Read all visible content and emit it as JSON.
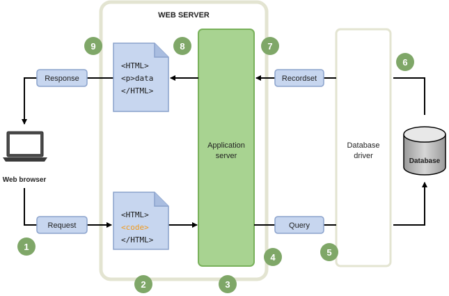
{
  "title": "WEB SERVER",
  "nodes": {
    "web_browser": "Web browser",
    "response": "Response",
    "request": "Request",
    "app_server_line1": "Application",
    "app_server_line2": "server",
    "recordset": "Recordset",
    "query": "Query",
    "db_driver_line1": "Database",
    "db_driver_line2": "driver",
    "database": "Database"
  },
  "docs": {
    "output": [
      "<HTML>",
      "<p>data",
      "</HTML>"
    ],
    "input": [
      "<HTML>",
      "<code>",
      "</HTML>"
    ]
  },
  "steps": [
    "1",
    "2",
    "3",
    "4",
    "5",
    "6",
    "7",
    "8",
    "9"
  ],
  "colors": {
    "server_border": "#e3e4d1",
    "app_fill": "#a8d391",
    "app_stroke": "#78b05a",
    "label_fill": "#c7d6ef",
    "label_stroke": "#8aa2cc",
    "doc_fill": "#c7d6ef",
    "step_fill": "#7fa768",
    "code_orange": "#f29a1c",
    "db_fill": "#c9c9c9"
  }
}
